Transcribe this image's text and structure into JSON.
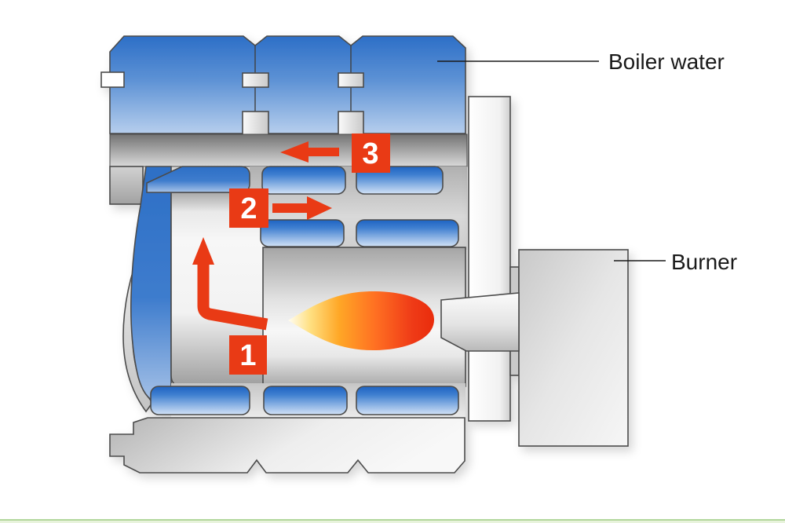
{
  "diagram": {
    "labels": {
      "boiler_water": "Boiler water",
      "burner": "Burner"
    },
    "steps": [
      "1",
      "2",
      "3"
    ],
    "icons": {
      "step1_arrow": "arrow-bent-up",
      "step2_arrow": "arrow-right",
      "step3_arrow": "arrow-left",
      "flame": "burner-flame"
    },
    "colors": {
      "accent_red": "#e93a15",
      "water_blue_dark": "#2d6fc7",
      "water_blue_light": "#d6e5f7",
      "label_text": "#1a1a1a",
      "divider_green_line": "#9ccb80",
      "divider_green_fill": "#e8f3dc"
    }
  }
}
